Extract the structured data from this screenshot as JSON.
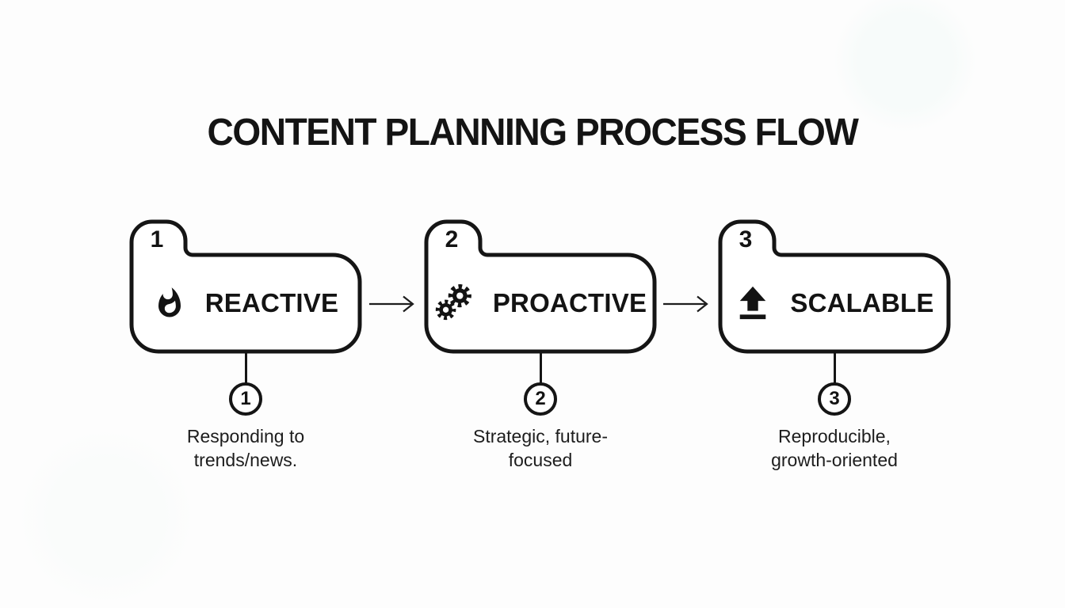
{
  "title": "CONTENT PLANNING PROCESS FLOW",
  "colors": {
    "background": "#fdfdfd",
    "ink": "#151515",
    "card_fill": "#ffffff",
    "text": "#1d1d1d"
  },
  "stages": [
    {
      "tab_number": "1",
      "label": "REACTIVE",
      "icon": "flame-icon",
      "marker": "1",
      "description": "Responding to trends/news."
    },
    {
      "tab_number": "2",
      "label": "PROACTIVE",
      "icon": "gears-icon",
      "marker": "2",
      "description": "Strategic, future-focused"
    },
    {
      "tab_number": "3",
      "label": "SCALABLE",
      "icon": "upload-icon",
      "marker": "3",
      "description": "Reproducible, growth-oriented"
    }
  ],
  "connectors": {
    "between_stages": "right-arrow-icon",
    "stage_to_marker": "vertical-line"
  }
}
